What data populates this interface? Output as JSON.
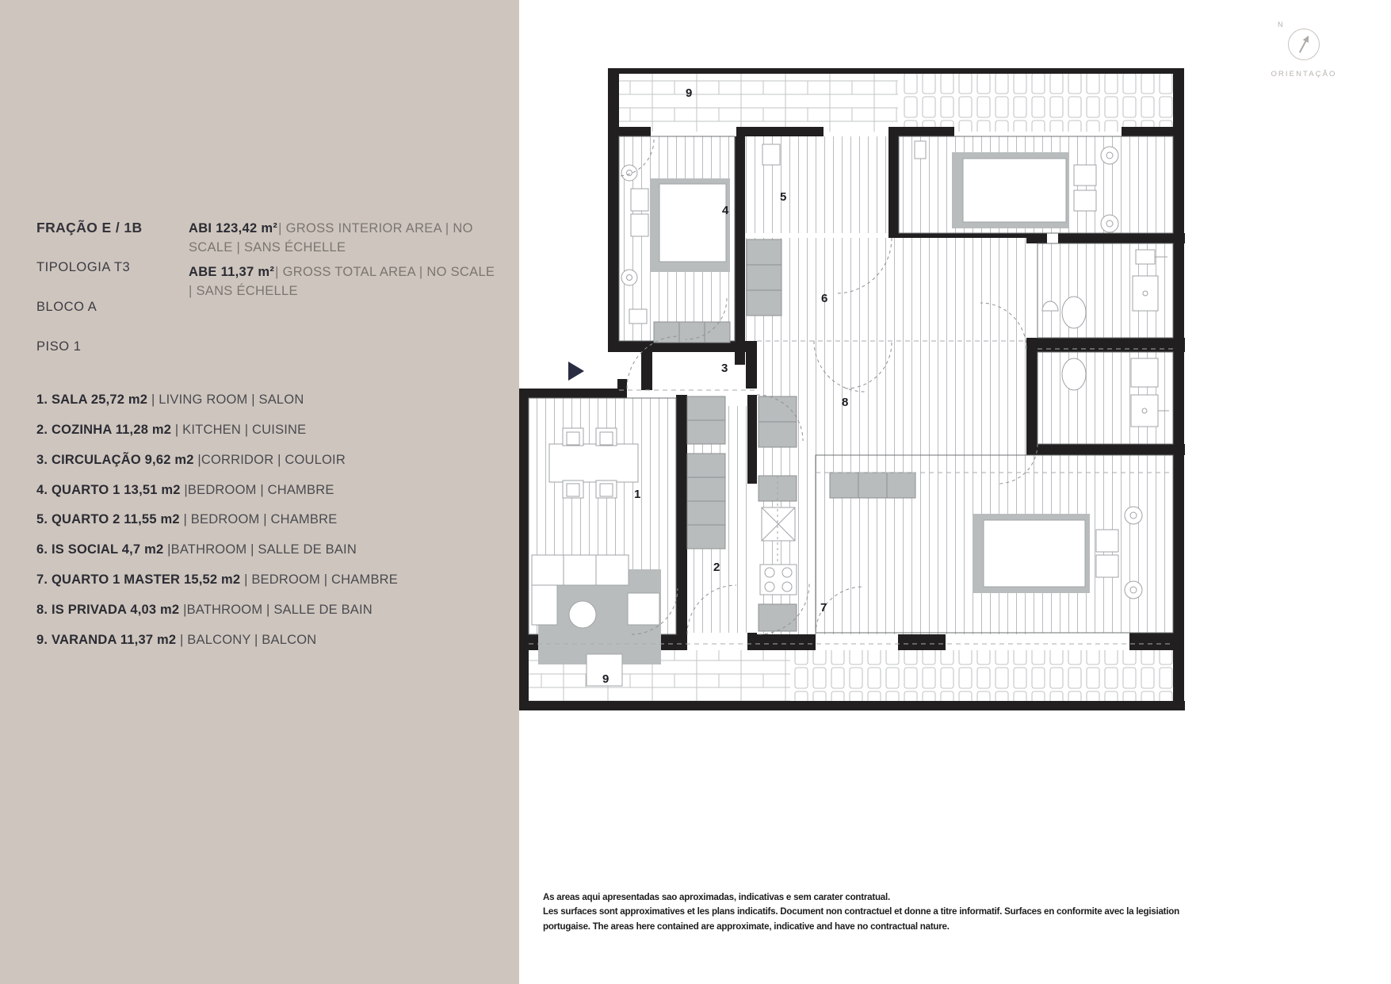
{
  "sidebar": {
    "fraction_title": "FRAÇÃO E / 1B",
    "typology": "TIPOLOGIA T3",
    "block": "BLOCO A",
    "floor": "PISO 1",
    "area_lines": [
      {
        "bold": "ABI 123,42 m²",
        "rest": "| GROSS INTERIOR AREA  |  NO SCALE  |  SANS ÉCHELLE"
      },
      {
        "bold": "ABE 11,37 m²",
        "rest": "| GROSS TOTAL AREA  |  NO SCALE  |  SANS ÉCHELLE"
      }
    ],
    "rooms": [
      {
        "num": "1.",
        "name_pt": "SALA 25,72 m2",
        "name_rest": " | LIVING ROOM  | SALON"
      },
      {
        "num": "2.",
        "name_pt": "COZINHA 11,28 m2",
        "name_rest": " | KITCHEN  |  CUISINE"
      },
      {
        "num": "3.",
        "name_pt": "CIRCULAÇÃO 9,62 m2",
        "name_rest": " |CORRIDOR  |  COULOIR"
      },
      {
        "num": "4.",
        "name_pt": "QUARTO 1 13,51 m2",
        "name_rest": " |BEDROOM  |  CHAMBRE"
      },
      {
        "num": "5.",
        "name_pt": "QUARTO 2 11,55 m2",
        "name_rest": " |  BEDROOM  |  CHAMBRE"
      },
      {
        "num": "6.",
        "name_pt": "IS SOCIAL 4,7 m2",
        "name_rest": " |BATHROOM  |  SALLE DE BAIN"
      },
      {
        "num": "7.",
        "name_pt": "QUARTO 1 MASTER 15,52 m2",
        "name_rest": " |  BEDROOM  |  CHAMBRE"
      },
      {
        "num": "8.",
        "name_pt": "IS PRIVADA 4,03 m2",
        "name_rest": " |BATHROOM  |  SALLE DE BAIN"
      },
      {
        "num": "9.",
        "name_pt": "VARANDA 11,37 m2",
        "name_rest": " |  BALCONY  |  BALCON"
      }
    ]
  },
  "compass": {
    "north_label": "N",
    "caption": "ORIENTAÇÃO"
  },
  "disclaimer": {
    "line1": "As areas aqui apresentadas sao aproximadas, indicativas e sem carater contratual.",
    "line2": "Les surfaces sont approximatives et les plans indicatifs. Document non contractuel et donne a titre informatif. Surfaces en conformite avec la legisiation",
    "line3": "portugaise. The areas here contained are approximate, indicative and have no contractual nature."
  },
  "plan": {
    "room_numbers": {
      "balcony_top": "9",
      "bedroom1": "4",
      "bedroom2": "5",
      "bath_social": "6",
      "corridor": "3",
      "bath_private": "8",
      "living": "1",
      "kitchen": "2",
      "master": "7",
      "balcony_bottom": "9"
    }
  },
  "colors": {
    "sidebar_bg": "#cec6be",
    "panel_bg": "#ffffff",
    "wall": "#211f1f",
    "furniture_fill": "#b9bcbd",
    "text_dark": "#2b2b33",
    "muted": "#b3aeaa"
  }
}
